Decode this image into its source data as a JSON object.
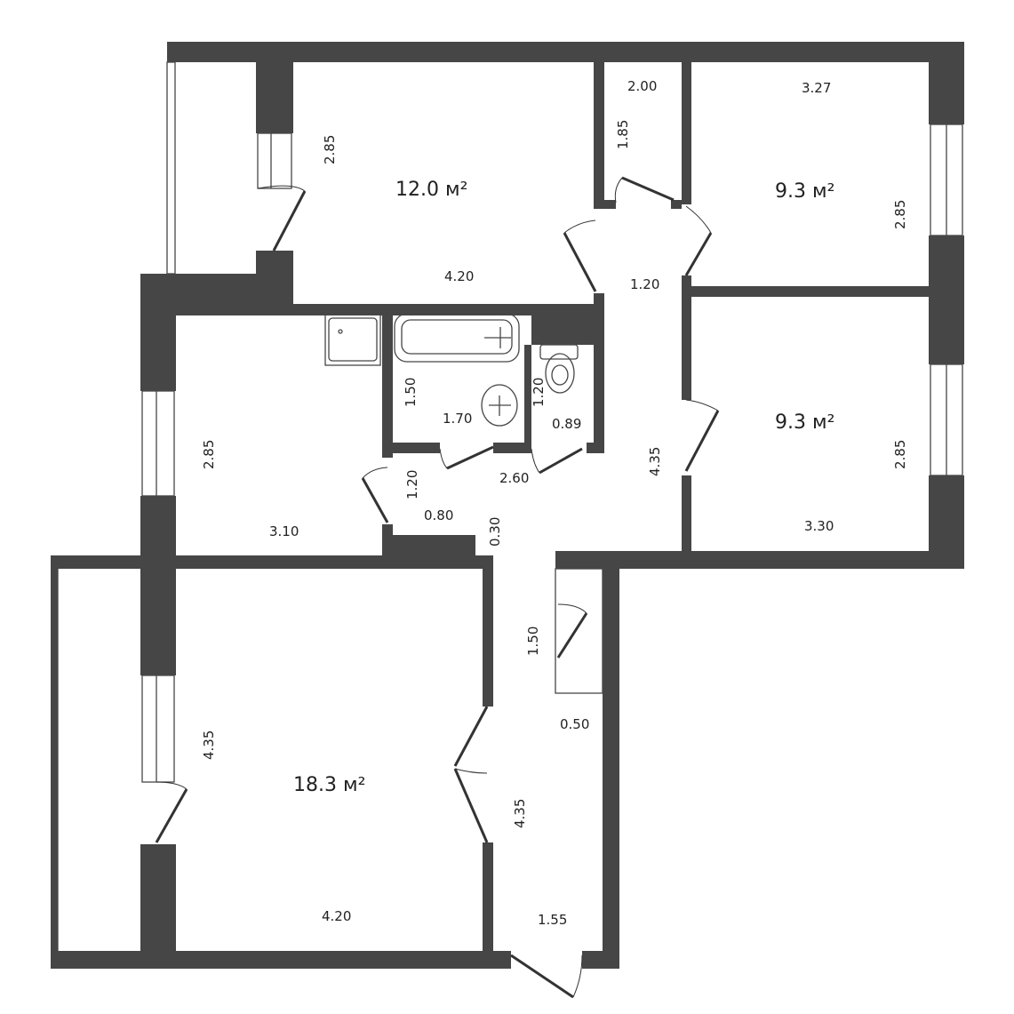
{
  "colors": {
    "wall": "#464646",
    "background": "#ffffff"
  },
  "rooms": [
    {
      "name": "bedroom-top",
      "area": "12.0 м²",
      "dims": [
        "2.85",
        "4.20"
      ]
    },
    {
      "name": "closet-top",
      "dims": [
        "2.00",
        "1.85"
      ]
    },
    {
      "name": "room-top-right",
      "area": "9.3 м²",
      "dims": [
        "3.27",
        "2.85"
      ]
    },
    {
      "name": "room-mid-right",
      "area": "9.3 м²",
      "dims": [
        "2.85",
        "3.30"
      ]
    },
    {
      "name": "kitchen",
      "dims": [
        "2.85",
        "3.10"
      ]
    },
    {
      "name": "bathroom",
      "dims": [
        "1.50",
        "1.70"
      ]
    },
    {
      "name": "toilet",
      "dims": [
        "1.20",
        "0.89"
      ]
    },
    {
      "name": "hall",
      "dims": [
        "1.20",
        "4.35",
        "2.60",
        "1.20",
        "0.80",
        "0.30"
      ]
    },
    {
      "name": "living-room",
      "area": "18.3 м²",
      "dims": [
        "4.35",
        "4.20"
      ]
    },
    {
      "name": "corridor-bottom",
      "dims": [
        "1.50",
        "0.50",
        "4.35",
        "1.55"
      ]
    }
  ]
}
